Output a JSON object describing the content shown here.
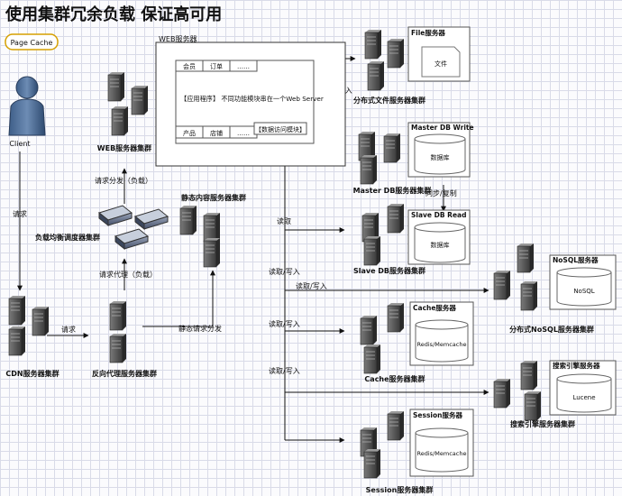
{
  "title": "使用集群冗余负载 保证高可用",
  "page_cache": "Page Cache",
  "client": "Client",
  "arrows": {
    "request_down": "请求",
    "request_right": "请求",
    "request_dispatch": "请求分发（负载）",
    "request_proxy": "请求代理（负载）",
    "static_dispatch": "静态请求分发",
    "read_write_file": "读取/写入",
    "write": "写入",
    "sync": "同步/复制",
    "read": "读取",
    "rw1": "读取/写入",
    "rw2": "读取/写入",
    "rw3": "读取/写入",
    "rw4": "读取/写入"
  },
  "web_server": {
    "title": "WEB服务器",
    "top_modules": [
      "会员",
      "订单",
      "……"
    ],
    "app_banner": "【应用程序】 不同功能模块串在一个Web Server",
    "bottom_modules": [
      "产品",
      "店铺",
      "……"
    ],
    "data_access": "【数据访问模块】"
  },
  "clusters": {
    "web": "WEB服务器集群",
    "lb": "负载均衡调度器集群",
    "static": "静态内容服务器集群",
    "cdn": "CDN服务器集群",
    "proxy": "反向代理服务器集群",
    "file": "分布式文件服务器集群",
    "master": "Master DB服务器集群",
    "slave": "Slave DB服务器集群",
    "nosql": "分布式NoSQL服务器集群",
    "cache": "Cache服务器集群",
    "search": "搜索引擎服务器集群",
    "session": "Session服务器集群"
  },
  "boxes": {
    "file": {
      "title": "File服务器",
      "inner": "文件"
    },
    "master": {
      "title": "Master DB Write",
      "inner": "数据库"
    },
    "slave": {
      "title": "Slave DB Read",
      "inner": "数据库"
    },
    "nosql": {
      "title": "NoSQL服务器",
      "inner": "NoSQL"
    },
    "cache": {
      "title": "Cache服务器",
      "inner": "Redis/Memcache"
    },
    "search": {
      "title": "搜索引擎服务器",
      "inner": "Lucene"
    },
    "session": {
      "title": "Session服务器",
      "inner": "Redis/Memcache"
    }
  },
  "colors": {
    "accent_orange": "#e8a400",
    "line": "#111111",
    "app_green": "#1a8a1a"
  }
}
